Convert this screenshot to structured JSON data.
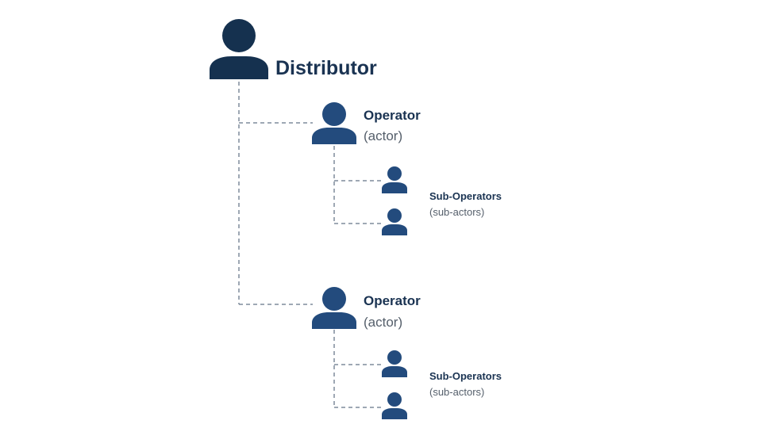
{
  "colors": {
    "distributor": "#15314f",
    "operator": "#234b7d",
    "sub_operator": "#234b7d",
    "connector": "#7f8c9c",
    "title_text": "#1a3352",
    "subtitle_text": "#555f6b"
  },
  "icons": {
    "distributor": "person-icon",
    "operator": "person-icon",
    "sub_operator": "person-icon"
  },
  "distributor": {
    "title": "Distributor"
  },
  "operators": [
    {
      "title": "Operator",
      "subtitle": "(actor)",
      "sub_group": {
        "title": "Sub-Operators",
        "subtitle": "(sub-actors)"
      }
    },
    {
      "title": "Operator",
      "subtitle": "(actor)",
      "sub_group": {
        "title": "Sub-Operators",
        "subtitle": "(sub-actors)"
      }
    }
  ]
}
